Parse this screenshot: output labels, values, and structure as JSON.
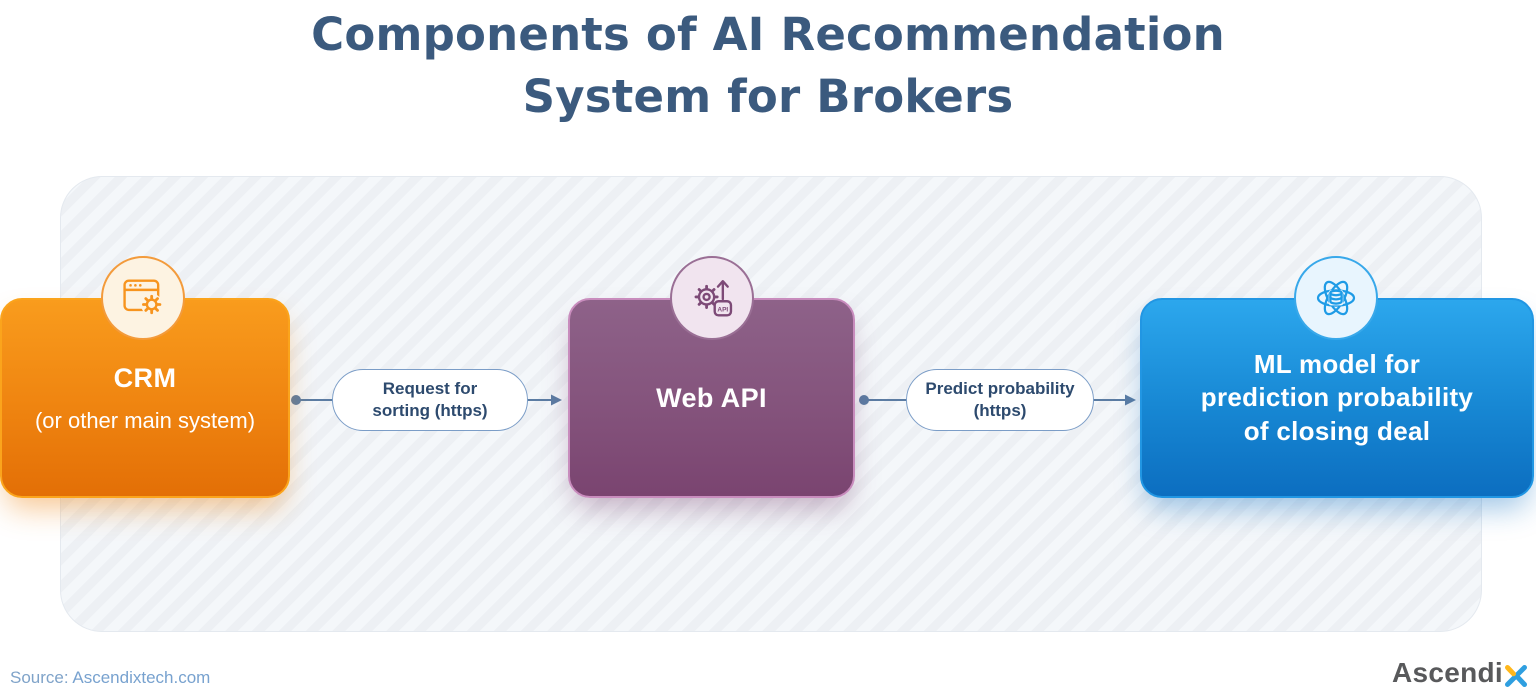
{
  "title": {
    "line1": "Components of AI Recommendation",
    "line2": "System for Brokers"
  },
  "diagram": {
    "nodes": [
      {
        "id": "crm",
        "title": "CRM",
        "subtitle": "(or other main system)",
        "icon": "browser-gear-icon",
        "colors": {
          "top": "#f99c1d",
          "bottom": "#e36f06",
          "ring": "#f39b3c",
          "circle_bg": "#fdf3e2",
          "icon_stroke": "#f7941e"
        }
      },
      {
        "id": "web-api",
        "title": "Web API",
        "icon": "gear-upload-api-icon",
        "icon_badge": "API",
        "colors": {
          "top": "#8e6289",
          "bottom": "#7a4470",
          "ring": "#9a6f95",
          "circle_bg": "#f1e4ef",
          "icon_stroke": "#7d4a77"
        }
      },
      {
        "id": "ml-model",
        "lines": [
          "ML model for",
          "prediction probability",
          "of closing deal"
        ],
        "icon": "atom-database-icon",
        "colors": {
          "top": "#2ca7ed",
          "bottom": "#0c6ec0",
          "ring": "#38a8ea",
          "circle_bg": "#e8f5fe",
          "icon_stroke": "#1e9be6"
        }
      }
    ],
    "connectors": [
      {
        "label_line1": "Request for",
        "label_line2": "sorting (https)"
      },
      {
        "label_line1": "Predict probability",
        "label_line2": "(https)"
      }
    ],
    "connector_color": "#5b7ca3"
  },
  "footer": {
    "source_label": "Source:",
    "source_value": "Ascendixtech.com",
    "logo_text": "Ascendi",
    "logo_x_colors": {
      "blue": "#2f9fe0",
      "yellow": "#ffb71b"
    }
  },
  "palette": {
    "title_color": "#3b5a7e",
    "panel_bg": "#edf0f4",
    "panel_stripe": "#f4f7fa",
    "pill_border": "#7b9dc7",
    "pill_text": "#2d4a6e"
  }
}
